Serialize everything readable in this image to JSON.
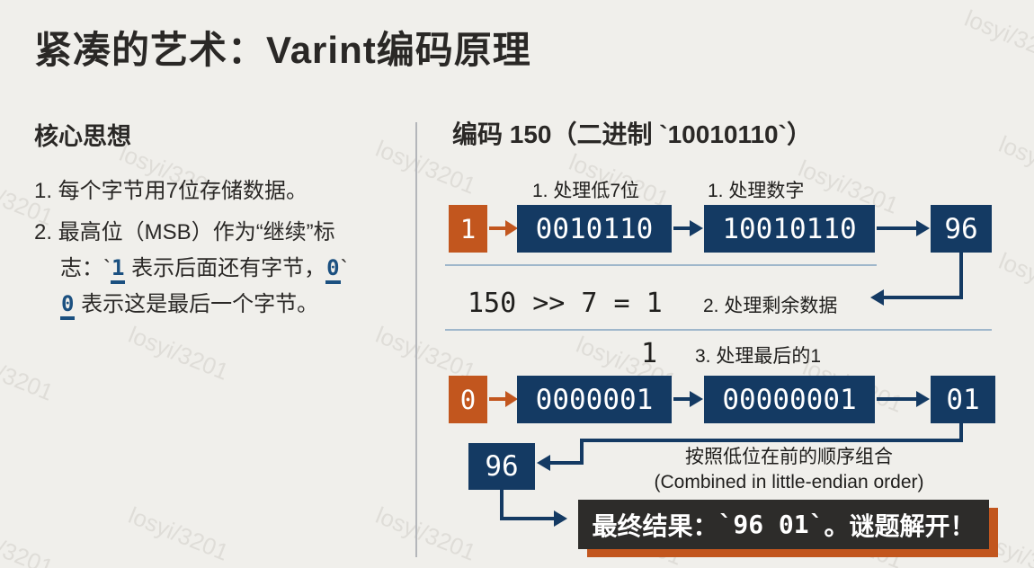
{
  "colors": {
    "bg": "#F0EFEB",
    "ink": "#2A2826",
    "navy": "#143A63",
    "orange": "#C2561E",
    "codeblue": "#1B5080",
    "sepline": "#9FB7CB",
    "divider": "#B4B6BA",
    "finalbg": "#2D2C2A"
  },
  "title": "紧凑的艺术：Varint编码原理",
  "watermark": {
    "text": "losyi/3201",
    "positions": [
      [
        -45,
        185
      ],
      [
        140,
        155
      ],
      [
        425,
        150
      ],
      [
        640,
        165
      ],
      [
        895,
        172
      ],
      [
        1080,
        5
      ],
      [
        1118,
        145
      ],
      [
        -45,
        380
      ],
      [
        150,
        357
      ],
      [
        425,
        357
      ],
      [
        648,
        368
      ],
      [
        900,
        393
      ],
      [
        1118,
        275
      ],
      [
        -45,
        575
      ],
      [
        150,
        558
      ],
      [
        425,
        558
      ],
      [
        655,
        563
      ],
      [
        900,
        567
      ],
      [
        1095,
        585
      ]
    ]
  },
  "left": {
    "heading": "核心思想",
    "item1": "1. 每个字节用7位存储数据。",
    "item2": {
      "l1": "2. 最高位（MSB）作为“继续”标",
      "l2a": "志：`",
      "c1": "1",
      "l2b": " 表示后面还有字节，",
      "c2": "0",
      "l2c": "`",
      "c3": "0",
      "l3": " 表示这是最后一个字节。"
    }
  },
  "right": {
    "heading": "编码 150（二进制 `10010110`）",
    "row1": {
      "label_low7": "1. 处理低7位",
      "label_num": "1. 处理数字",
      "flag": "1",
      "box_low": "0010110",
      "box_full": "10010110",
      "byte": "96"
    },
    "shift": {
      "formula": "150 >> 7 = 1",
      "label": "2. 处理剩余数据"
    },
    "row2": {
      "value": "1",
      "label": "3. 处理最后的1",
      "flag": "0",
      "box_low": "0000001",
      "box_full": "00000001",
      "byte": "01"
    },
    "combine": {
      "byte": "96",
      "caption_zh": "按照低位在前的顺序组合",
      "caption_en": "(Combined in little-endian order)"
    },
    "final": {
      "prefix": "最终结果：",
      "code": "`96 01`",
      "suffix": "。谜题解开！"
    }
  }
}
